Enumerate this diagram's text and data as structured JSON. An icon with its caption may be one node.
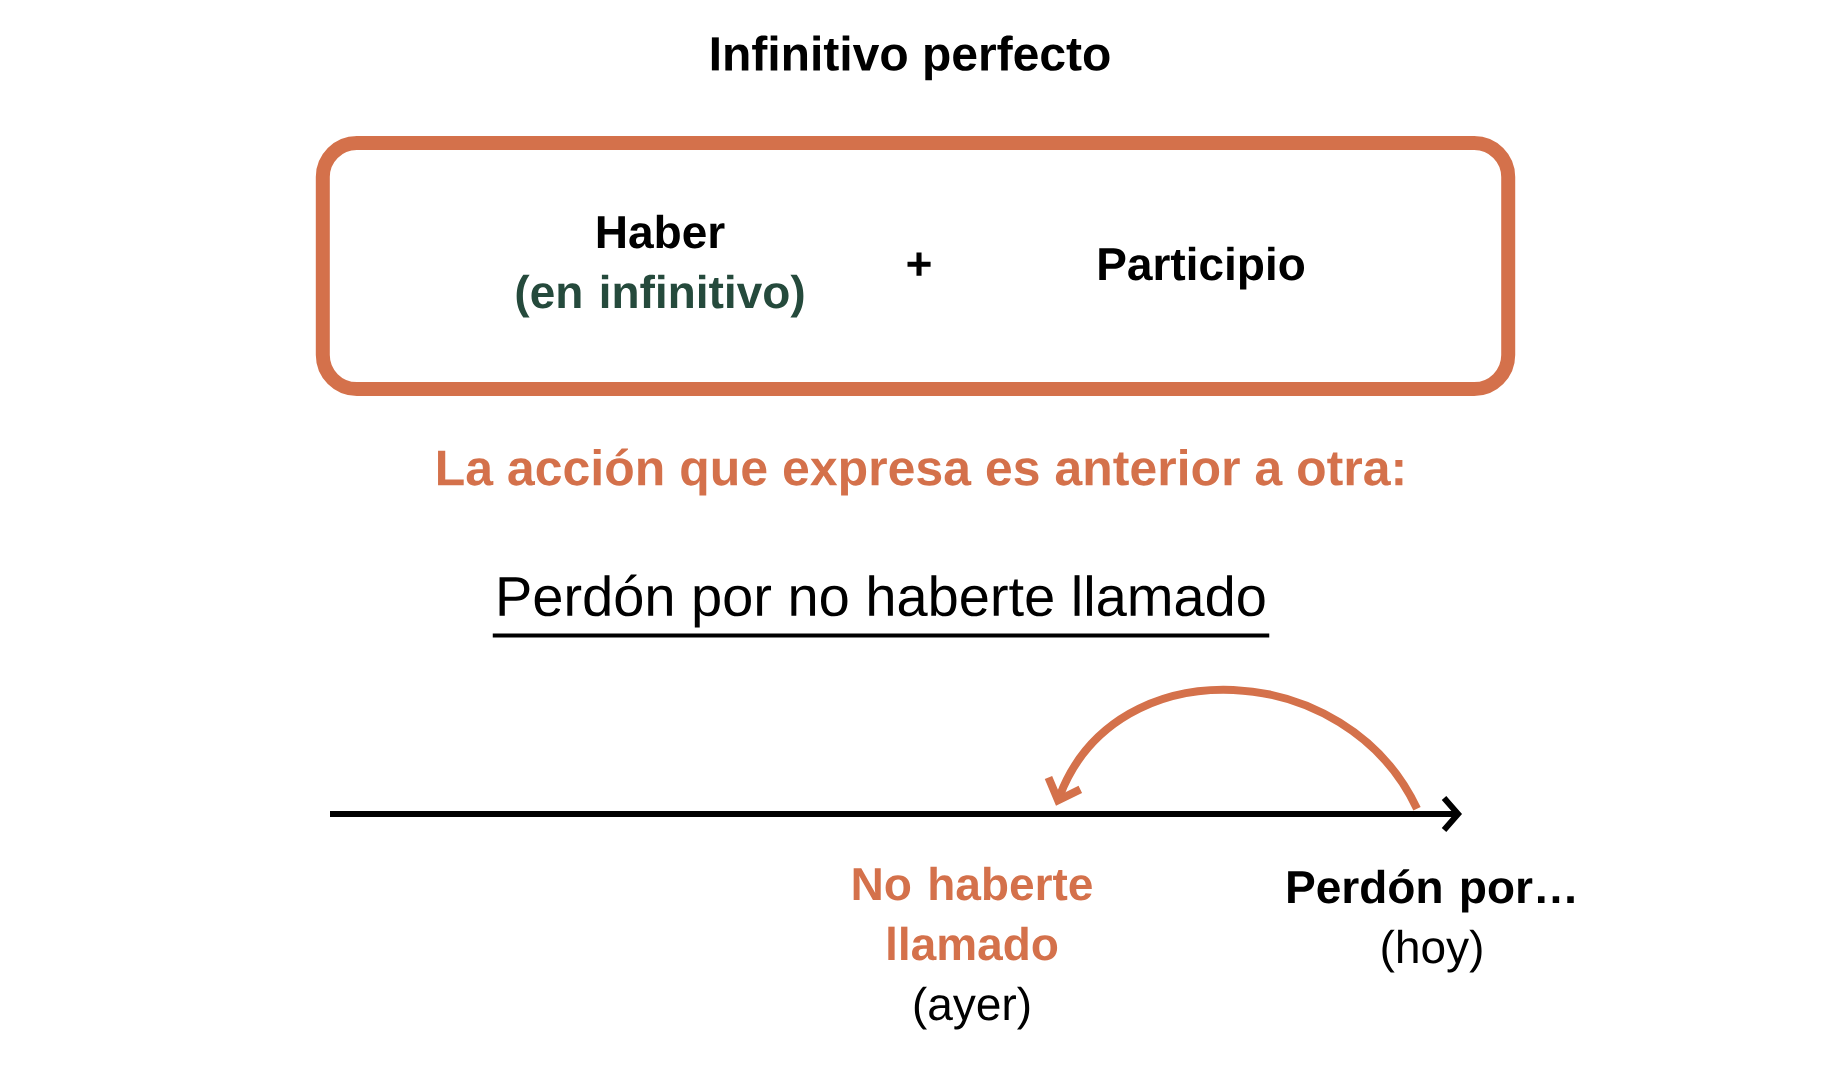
{
  "diagram": {
    "title": "Infinitivo perfecto",
    "nodes": [
      {
        "text": [],
        "shape": "box"
      },
      {
        "text": [
          "Haber",
          "(en infinitivo)"
        ],
        "in": 0
      },
      {
        "text": [
          "Participio"
        ],
        "in": 0
      },
      {
        "text": [
          "No haberte llamado",
          "(ayer)"
        ]
      },
      {
        "text": [
          "Perdón por…",
          "(hoy)"
        ]
      }
    ],
    "edges": [
      {
        "from": 4,
        "to": 3,
        "arrow": "to",
        "color": "#d4714b"
      }
    ],
    "labels": [
      "+",
      "La acción que expresa es anterior a otra:",
      "Perdón por no haberte llamado"
    ]
  }
}
